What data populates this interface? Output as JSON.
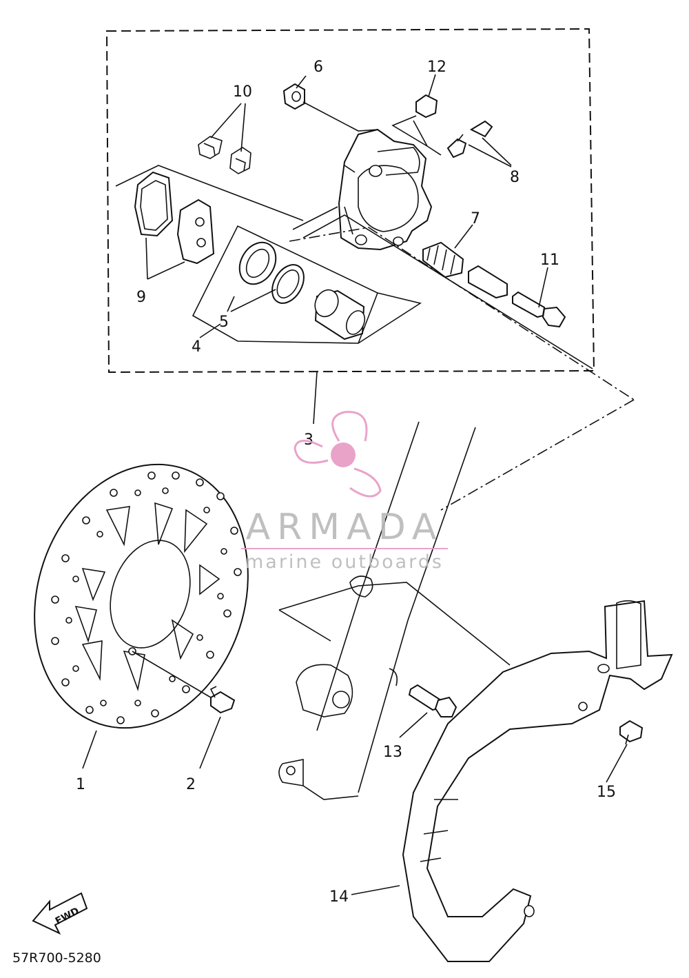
{
  "callouts": [
    {
      "id": "1",
      "text": "1"
    },
    {
      "id": "2",
      "text": "2"
    },
    {
      "id": "3",
      "text": "3"
    },
    {
      "id": "4",
      "text": "4"
    },
    {
      "id": "5",
      "text": "5"
    },
    {
      "id": "6",
      "text": "6"
    },
    {
      "id": "7",
      "text": "7"
    },
    {
      "id": "8",
      "text": "8"
    },
    {
      "id": "9",
      "text": "9"
    },
    {
      "id": "10",
      "text": "10"
    },
    {
      "id": "11",
      "text": "11"
    },
    {
      "id": "12",
      "text": "12"
    },
    {
      "id": "13",
      "text": "13"
    },
    {
      "id": "14",
      "text": "14"
    },
    {
      "id": "15",
      "text": "15"
    }
  ],
  "fwd_arrow": {
    "text": "FWD"
  },
  "diagram_code": "57R700-5280",
  "watermark": {
    "brand": "ARMADA",
    "tagline": "marine outboards",
    "color": "#e79ac4"
  }
}
